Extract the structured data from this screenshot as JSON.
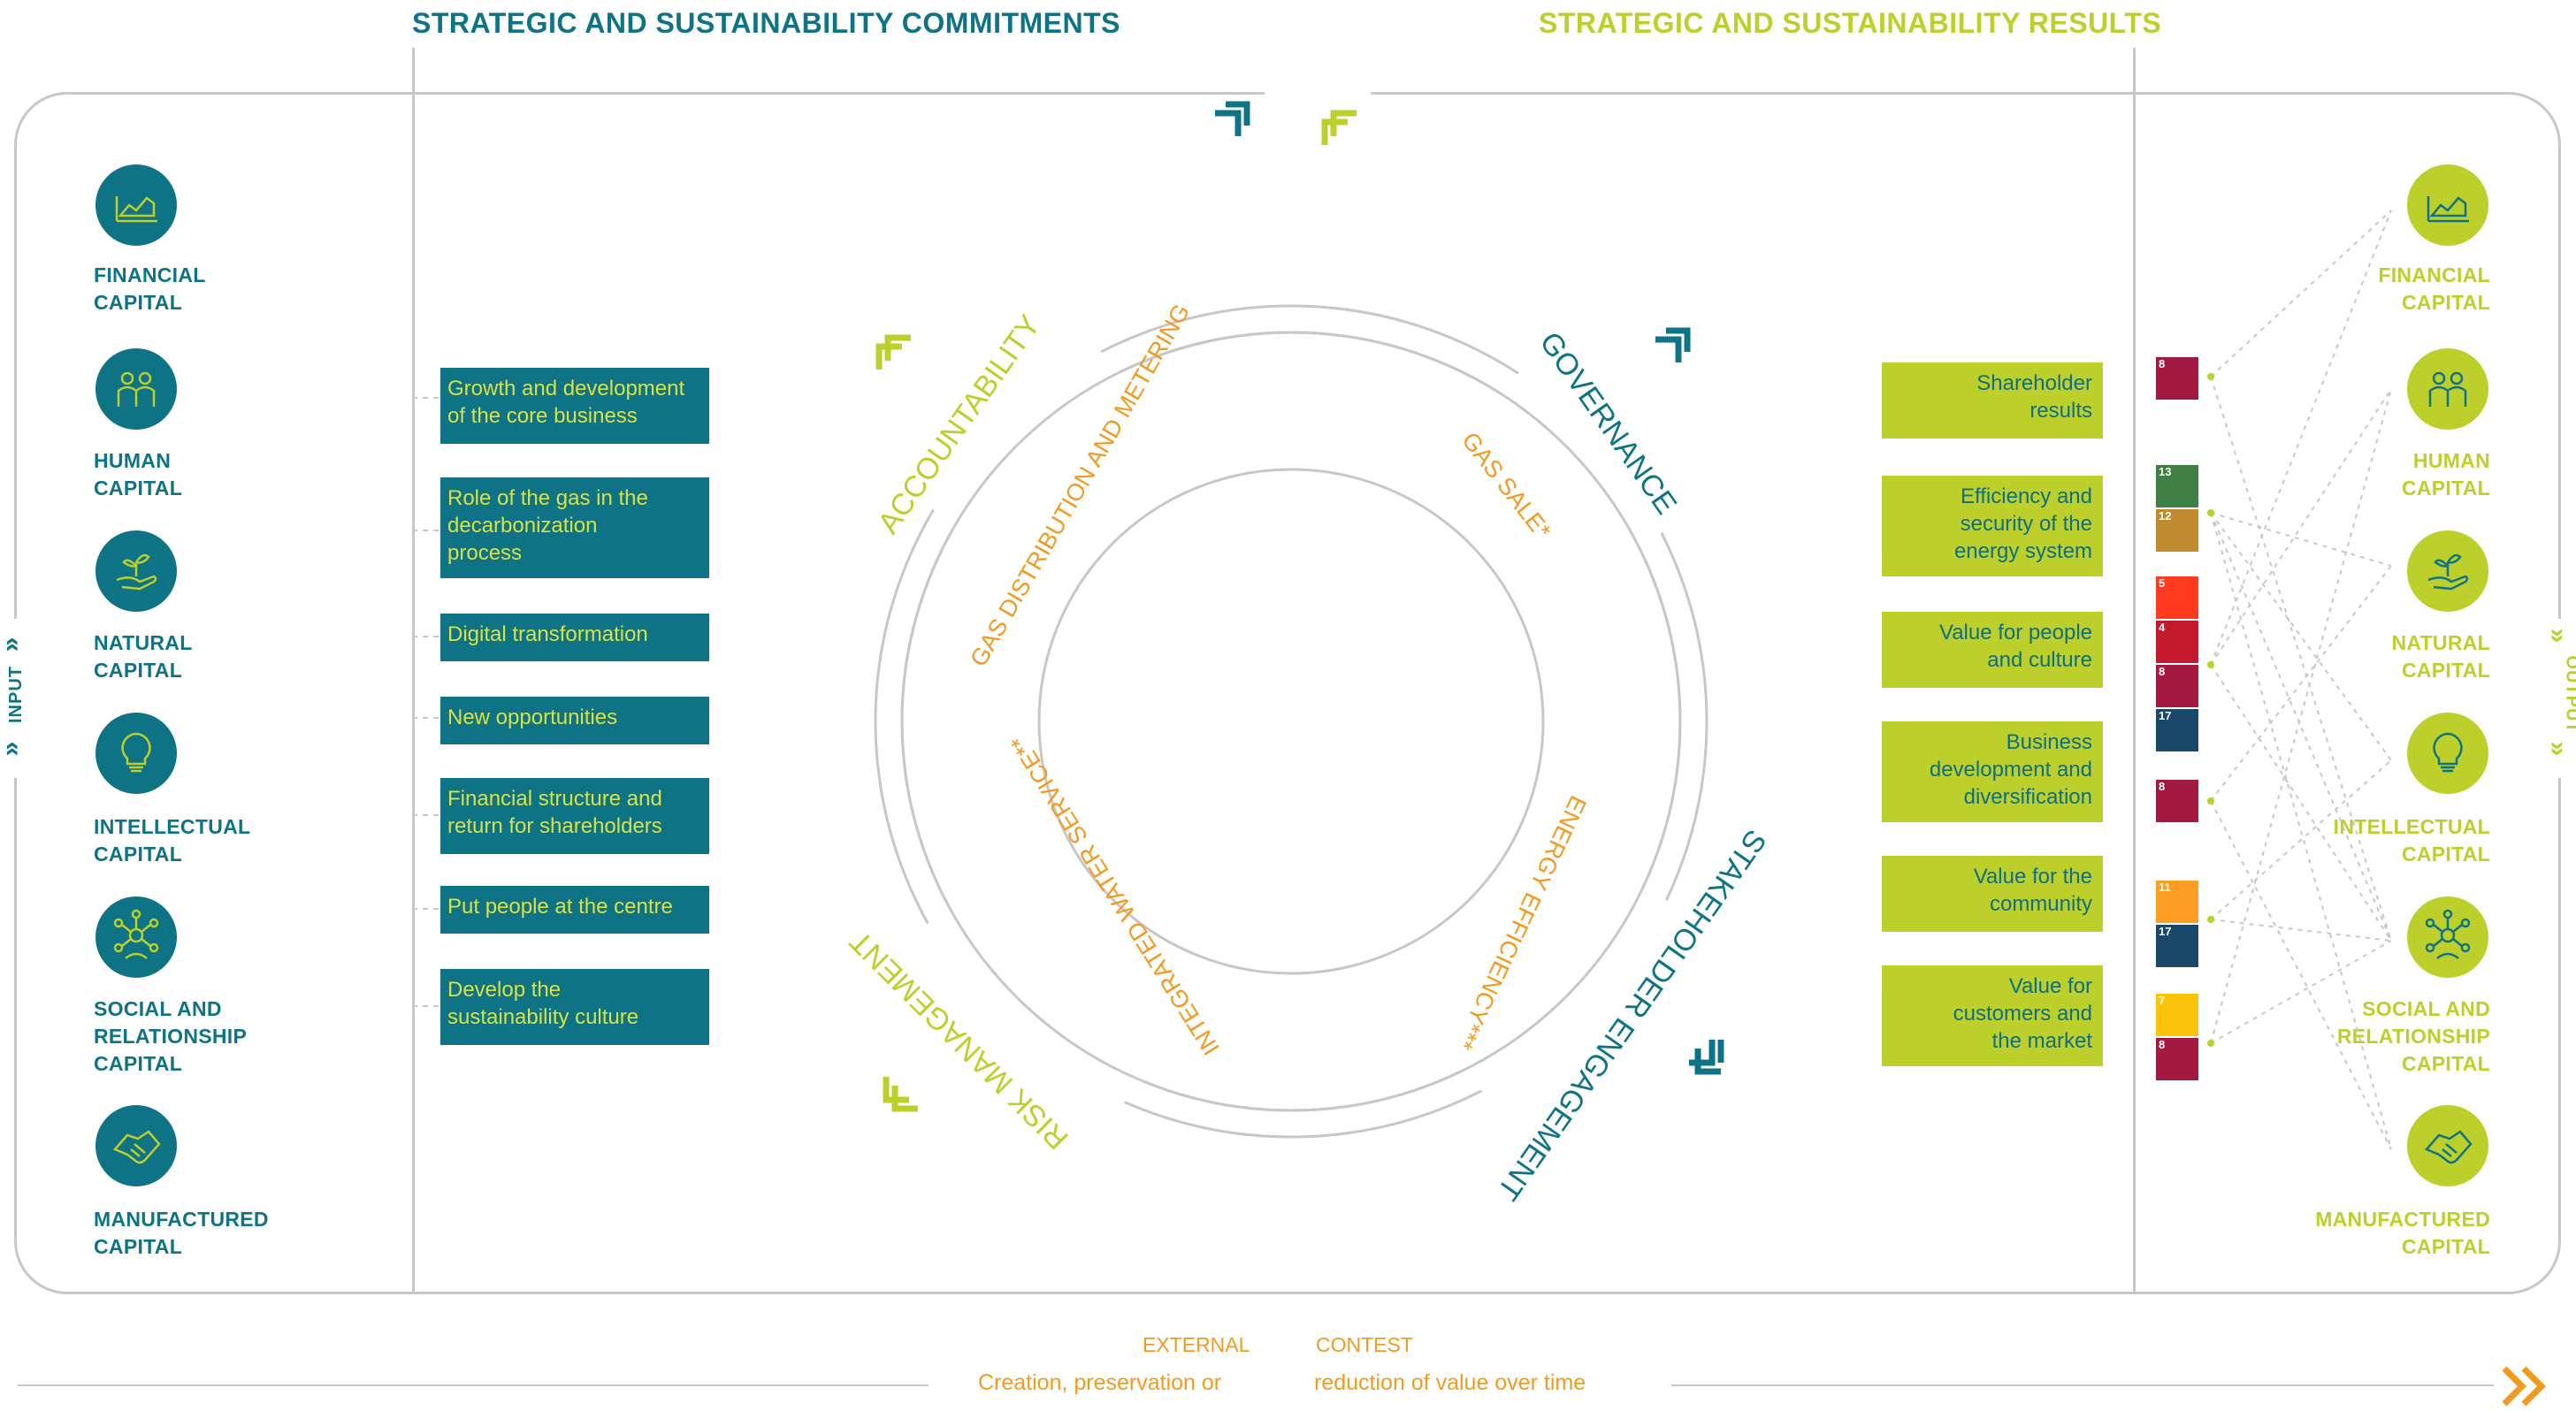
{
  "headers": {
    "commitments": "STRATEGIC AND SUSTAINABILITY COMMITMENTS",
    "results": "STRATEGIC AND SUSTAINABILITY RESULTS"
  },
  "side_labels": {
    "input": "INPUT",
    "output": "OUTPUT"
  },
  "input_capitals": [
    {
      "line1": "FINANCIAL",
      "line2": "CAPITAL",
      "line3": "",
      "icon": "chart-icon"
    },
    {
      "line1": "HUMAN",
      "line2": "CAPITAL",
      "line3": "",
      "icon": "people-icon"
    },
    {
      "line1": "NATURAL",
      "line2": "CAPITAL",
      "line3": "",
      "icon": "plant-hand-icon"
    },
    {
      "line1": "INTELLECTUAL",
      "line2": "CAPITAL",
      "line3": "",
      "icon": "lightbulb-icon"
    },
    {
      "line1": "SOCIAL AND",
      "line2": "RELATIONSHIP",
      "line3": "CAPITAL",
      "icon": "network-icon"
    },
    {
      "line1": "MANUFACTURED",
      "line2": "CAPITAL",
      "line3": "",
      "icon": "handshake-icon"
    }
  ],
  "output_capitals": [
    {
      "line1": "FINANCIAL",
      "line2": "CAPITAL",
      "line3": "",
      "icon": "chart-icon"
    },
    {
      "line1": "HUMAN",
      "line2": "CAPITAL",
      "line3": "",
      "icon": "people-icon"
    },
    {
      "line1": "NATURAL",
      "line2": "CAPITAL",
      "line3": "",
      "icon": "plant-hand-icon"
    },
    {
      "line1": "INTELLECTUAL",
      "line2": "CAPITAL",
      "line3": "",
      "icon": "lightbulb-icon"
    },
    {
      "line1": "SOCIAL AND",
      "line2": "RELATIONSHIP",
      "line3": "CAPITAL",
      "icon": "network-icon"
    },
    {
      "line1": "MANUFACTURED",
      "line2": "CAPITAL",
      "line3": "",
      "icon": "handshake-icon"
    }
  ],
  "commitments": [
    {
      "line1": "Growth and development",
      "line2": "of the core business",
      "line3": ""
    },
    {
      "line1": "Role of the gas in the",
      "line2": "decarbonization",
      "line3": "process"
    },
    {
      "line1": "Digital transformation",
      "line2": "",
      "line3": ""
    },
    {
      "line1": "New opportunities",
      "line2": "",
      "line3": ""
    },
    {
      "line1": "Financial structure and",
      "line2": "return for shareholders",
      "line3": ""
    },
    {
      "line1": "Put people at the centre",
      "line2": "",
      "line3": ""
    },
    {
      "line1": "Develop the",
      "line2": "sustainability culture",
      "line3": ""
    }
  ],
  "results": [
    {
      "line1": "Shareholder",
      "line2": "results",
      "line3": ""
    },
    {
      "line1": "Efficiency and",
      "line2": "security of the",
      "line3": "energy system"
    },
    {
      "line1": "Value for people",
      "line2": "and culture",
      "line3": ""
    },
    {
      "line1": "Business",
      "line2": "development and",
      "line3": "diversification"
    },
    {
      "line1": "Value for the",
      "line2": "community",
      "line3": ""
    },
    {
      "line1": "Value for",
      "line2": "customers and",
      "line3": "the market"
    }
  ],
  "sdg_tiles": [
    {
      "number": "8",
      "color": "#a21942"
    },
    {
      "number": "13",
      "color": "#3f7e44"
    },
    {
      "number": "12",
      "color": "#bf8b2e"
    },
    {
      "number": "5",
      "color": "#ff3a21"
    },
    {
      "number": "4",
      "color": "#c5192d"
    },
    {
      "number": "8",
      "color": "#a21942"
    },
    {
      "number": "17",
      "color": "#19486a"
    },
    {
      "number": "8",
      "color": "#a21942"
    },
    {
      "number": "11",
      "color": "#fd9d24"
    },
    {
      "number": "17",
      "color": "#19486a"
    },
    {
      "number": "7",
      "color": "#fcc30b"
    },
    {
      "number": "8",
      "color": "#a21942"
    }
  ],
  "outer_ring": {
    "accountability": "ACCOUNTABILITY",
    "governance": "GOVERNANCE",
    "stakeholder": "STAKEHOLDER ENGAGEMENT",
    "risk": "RISK MANAGEMENT"
  },
  "inner_ring": {
    "gas_distribution": "GAS DISTRIBUTION AND METERING",
    "gas_sale": "GAS SALE*",
    "energy_efficiency": "ENERGY EFFICIENCY***",
    "water": "INTEGRATED WATER SERVICE**"
  },
  "bottom": {
    "external": "EXTERNAL",
    "contest": "CONTEST",
    "left_text": "Creation, preservation or",
    "right_text": "reduction of value over time"
  },
  "colors": {
    "teal": "#0e7384",
    "lime": "#bdcf2b",
    "orange": "#f39a1e",
    "grey_line": "#c7c7c7"
  }
}
